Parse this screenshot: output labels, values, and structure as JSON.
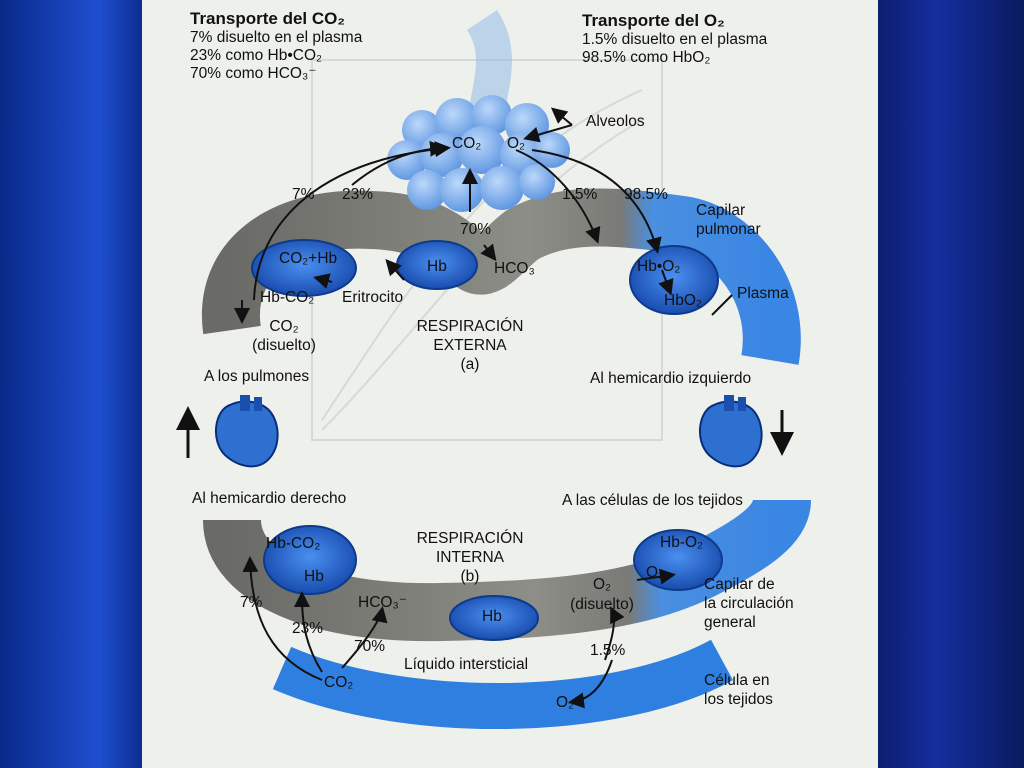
{
  "co2_block": {
    "title": "Transporte del CO₂",
    "line1": "7% disuelto en el plasma",
    "line2": "23% como Hb•CO₂",
    "line3": "70% como HCO₃⁻"
  },
  "o2_block": {
    "title": "Transporte del O₂",
    "line1": "1.5% disuelto en el plasma",
    "line2": "98.5% como HbO₂"
  },
  "top": {
    "alveolos": "Alveolos",
    "co2": "CO₂",
    "o2": "O₂",
    "pct_7": "7%",
    "pct_23": "23%",
    "pct_70": "70%",
    "pct_1_5": "1.5%",
    "pct_98_5": "98.5%",
    "capilar_pulmonar_1": "Capilar",
    "capilar_pulmonar_2": "pulmonar",
    "co2_hb": "CO₂+Hb",
    "hb_co2": "Hb-CO₂",
    "eritrocito": "Eritrocito",
    "hb": "Hb",
    "hco3": "HCO₃",
    "hb_o2": "Hb•O₂",
    "hbo2": "HbO₂",
    "plasma": "Plasma",
    "co2_disuelto_1": "CO₂",
    "co2_disuelto_2": "(disuelto)",
    "resp_ext_1": "RESPIRACIÓN",
    "resp_ext_2": "EXTERNA",
    "resp_ext_3": "(a)"
  },
  "middle": {
    "a_los_pulmones": "A los pulmones",
    "al_hemicardio_izq": "Al hemicardio izquierdo",
    "al_hemicardio_der": "Al hemicardio derecho",
    "a_las_celulas": "A las células de los tejidos"
  },
  "bottom": {
    "resp_int_1": "RESPIRACIÓN",
    "resp_int_2": "INTERNA",
    "resp_int_3": "(b)",
    "hb_co2": "Hb-CO₂",
    "hb_left": "Hb",
    "hb_o2": "Hb-O₂",
    "o2": "O₂",
    "pct_7": "7%",
    "pct_23": "23%",
    "pct_70": "70%",
    "hco3": "HCO₃⁻",
    "hb_center": "Hb",
    "o2_disuelto_1": "O₂",
    "o2_disuelto_2": "(disuelto)",
    "capilar_general_1": "Capilar de",
    "capilar_general_2": "la circulación",
    "capilar_general_3": "general",
    "liquido": "Líquido intersticial",
    "pct_1_5": "1.5%",
    "co2": "CO₂",
    "o2_cell": "O₂",
    "celula_1": "Célula en",
    "celula_2": "los tejidos"
  },
  "colors": {
    "vessel_gray": "#7c7c78",
    "vessel_blue": "#3f8ee8",
    "cell_blue": "#1d5fc4",
    "background_blue": "#1c44c8"
  }
}
